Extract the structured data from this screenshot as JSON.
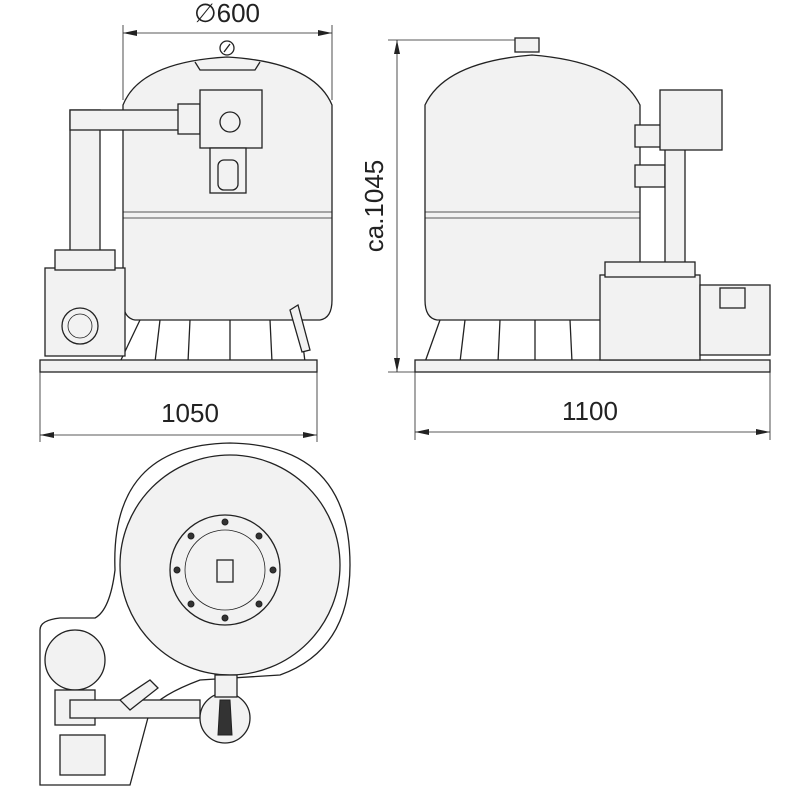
{
  "dimensions": {
    "diameter": "∅600",
    "height": "ca.1045",
    "front_width": "1050",
    "side_width": "1100"
  }
}
